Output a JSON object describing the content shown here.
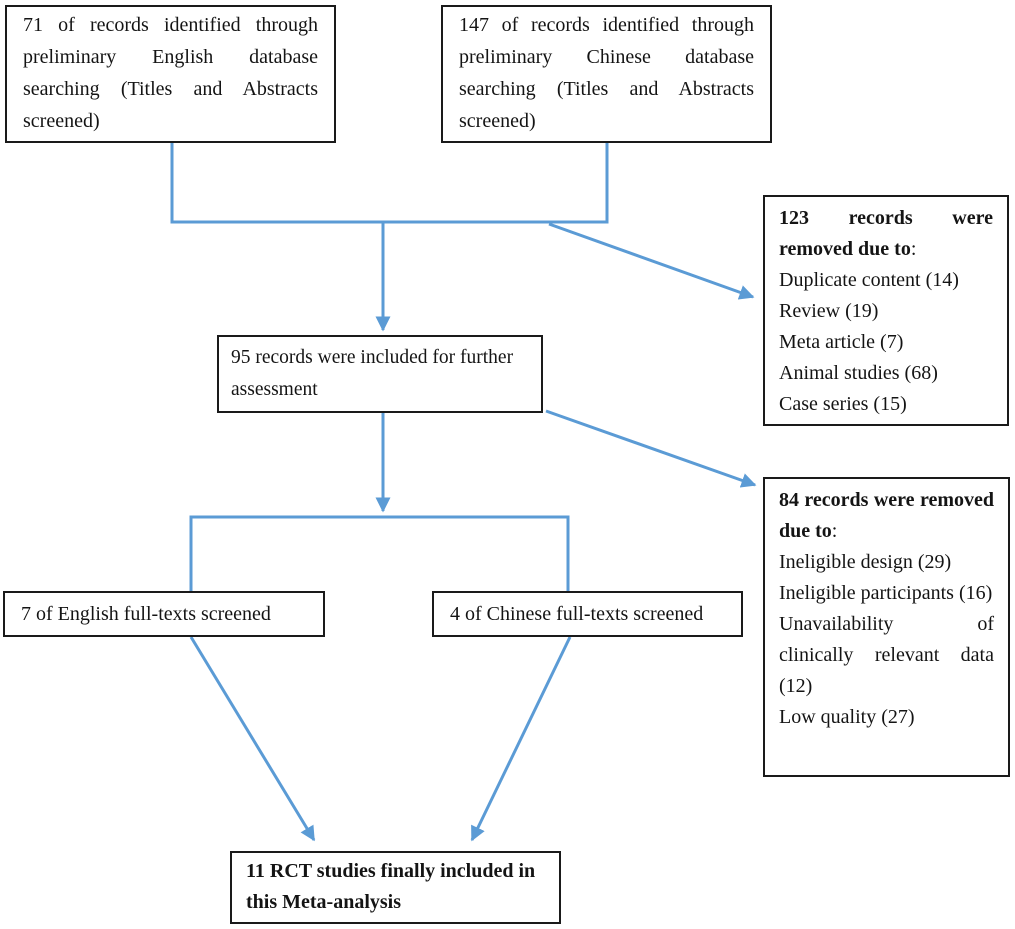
{
  "colors": {
    "accent": "#5b9bd5",
    "box_border": "#1a1a1a",
    "text": "#141414",
    "background": "#ffffff"
  },
  "boxes": {
    "english_identified": {
      "text": "71 of records identified through preliminary English database searching (Titles and Abstracts screened)"
    },
    "chinese_identified": {
      "text": "147 of records identified through preliminary Chinese database searching (Titles and Abstracts screened)"
    },
    "removed_screening": {
      "heading": "123 records were removed due to",
      "heading_suffix": ":",
      "items": [
        "Duplicate content (14)",
        "Review (19)",
        "Meta article (7)",
        "Animal studies (68)",
        "Case series (15)"
      ]
    },
    "assessment": {
      "text": "95 records were included for further assessment"
    },
    "removed_fulltext": {
      "heading": "84 records were removed due to",
      "heading_suffix": ":",
      "items": [
        "Ineligible design (29)",
        "Ineligible participants (16)",
        "Unavailability of clinically relevant data (12)",
        "Low quality (27)"
      ]
    },
    "english_fulltext": {
      "text": "7 of English full-texts screened"
    },
    "chinese_fulltext": {
      "text": "4 of Chinese full-texts screened"
    },
    "final": {
      "text": "11 RCT studies finally included in this Meta-analysis"
    }
  }
}
